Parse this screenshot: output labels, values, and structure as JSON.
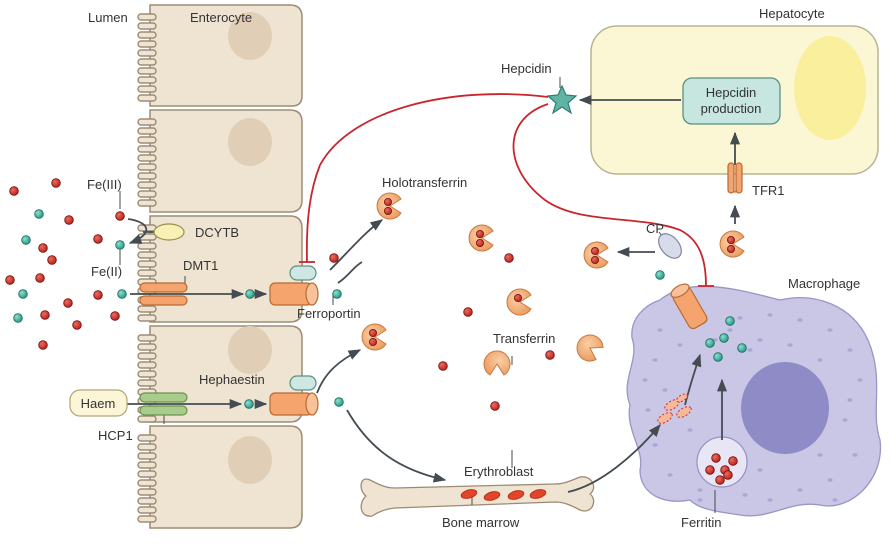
{
  "labels": {
    "lumen": "Lumen",
    "enterocyte": "Enterocyte",
    "hepatocyte": "Hepatocyte",
    "hepcidin": "Hepcidin",
    "hepcidin_production_1": "Hepcidin",
    "hepcidin_production_2": "production",
    "tfr1": "TFR1",
    "holotransferrin": "Holotransferrin",
    "cp": "CP",
    "macrophage": "Macrophage",
    "fe3": "Fe(III)",
    "fe2": "Fe(II)",
    "dcytb": "DCYTB",
    "dmt1": "DMT1",
    "ferroportin": "Ferroportin",
    "transferrin": "Transferrin",
    "hephaestin": "Hephaestin",
    "haem": "Haem",
    "hcp1": "HCP1",
    "erythroblast": "Erythroblast",
    "bone_marrow": "Bone marrow",
    "ferritin": "Ferritin"
  },
  "colors": {
    "enterocyte_fill": "#efe4d2",
    "enterocyte_stroke": "#9c8b74",
    "nucleus": "#e0cfb6",
    "hepatocyte_fill": "#fbf7d5",
    "hepatocyte_nucleus": "#f9ef9c",
    "hepcidin_box": "#c7e6df",
    "hepcidin_star": "#5fb4a6",
    "macrophage_fill": "#c9c6e6",
    "macrophage_nucleus": "#8f8bc7",
    "iron_red": "#c8302b",
    "iron_teal": "#3aa895",
    "transporter_orange": "#f4a46c",
    "transferrin": "#f2b27e",
    "dcytb": "#f9f0b6",
    "hephaestin": "#cfe7e3",
    "hcp1": "#a9cc8c",
    "haem_box": "#fcf5d8",
    "cp": "#d7dbea",
    "regulation_red": "#c9252c",
    "arrow": "#444c52",
    "bone": "#efe4d2"
  }
}
